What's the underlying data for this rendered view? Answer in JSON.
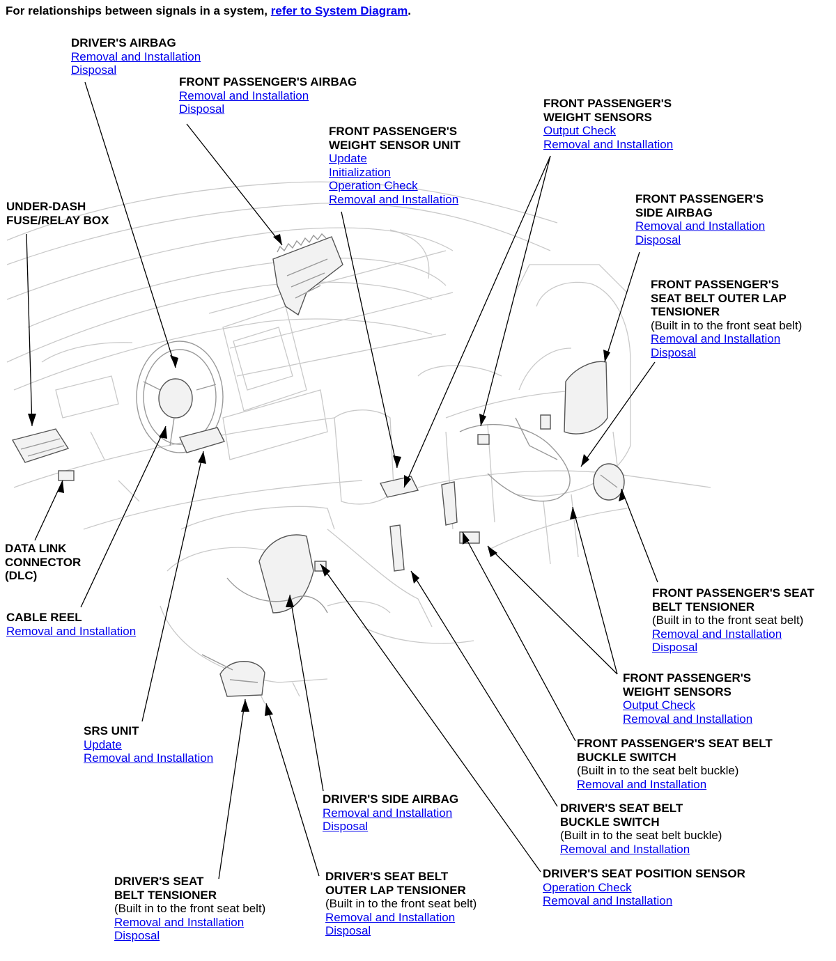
{
  "intro": {
    "text_before": "For relationships between signals in a system,",
    "link": "refer to System Diagram",
    "text_after": "."
  },
  "callouts": {
    "drivers_airbag": {
      "title": [
        "DRIVER'S AIRBAG"
      ],
      "links": [
        "Removal and Installation",
        "Disposal"
      ]
    },
    "front_passengers_airbag": {
      "title": [
        "FRONT PASSENGER'S AIRBAG"
      ],
      "links": [
        "Removal and Installation",
        "Disposal"
      ]
    },
    "weight_sensor_unit": {
      "title": [
        "FRONT PASSENGER'S",
        "WEIGHT SENSOR UNIT"
      ],
      "links": [
        "Update",
        "Initialization",
        "Operation Check",
        "Removal and Installation"
      ]
    },
    "weight_sensors_top": {
      "title": [
        "FRONT PASSENGER'S",
        "WEIGHT SENSORS"
      ],
      "links": [
        "Output Check",
        "Removal and Installation"
      ]
    },
    "under_dash": {
      "title": [
        "UNDER-DASH",
        "FUSE/RELAY BOX"
      ],
      "links": []
    },
    "passenger_side_airbag": {
      "title": [
        "FRONT PASSENGER'S",
        "SIDE AIRBAG"
      ],
      "links": [
        "Removal and Installation",
        "Disposal"
      ]
    },
    "passenger_outer_lap": {
      "title": [
        "FRONT PASSENGER'S",
        "SEAT BELT OUTER LAP",
        "TENSIONER"
      ],
      "note": "(Built in to the front seat belt)",
      "links": [
        "Removal and Installation",
        "Disposal"
      ]
    },
    "dlc": {
      "title": [
        "DATA LINK",
        "CONNECTOR",
        "(DLC)"
      ],
      "links": []
    },
    "passenger_belt_tensioner": {
      "title": [
        "FRONT PASSENGER'S SEAT",
        "BELT TENSIONER"
      ],
      "note": "(Built in to the front seat belt)",
      "links": [
        "Removal and Installation",
        "Disposal"
      ]
    },
    "cable_reel": {
      "title": [
        "CABLE REEL"
      ],
      "links": [
        "Removal and Installation"
      ]
    },
    "weight_sensors_bottom": {
      "title": [
        "FRONT PASSENGER'S",
        "WEIGHT SENSORS"
      ],
      "links": [
        "Output Check",
        "Removal and Installation"
      ]
    },
    "srs_unit": {
      "title": [
        "SRS UNIT"
      ],
      "links": [
        "Update",
        "Removal and Installation"
      ]
    },
    "passenger_buckle_switch": {
      "title": [
        "FRONT PASSENGER'S SEAT BELT",
        "BUCKLE SWITCH"
      ],
      "note": "(Built in to the seat belt buckle)",
      "links": [
        "Removal and Installation"
      ]
    },
    "drivers_side_airbag": {
      "title": [
        "DRIVER'S SIDE AIRBAG"
      ],
      "links": [
        "Removal and Installation",
        "Disposal"
      ]
    },
    "drivers_buckle_switch": {
      "title": [
        "DRIVER'S SEAT BELT",
        "BUCKLE SWITCH"
      ],
      "note": "(Built in to the seat belt buckle)",
      "links": [
        "Removal and Installation"
      ]
    },
    "drivers_seat_position": {
      "title": [
        "DRIVER'S SEAT POSITION SENSOR"
      ],
      "links": [
        "Operation Check",
        "Removal and Installation"
      ]
    },
    "drivers_belt_tensioner": {
      "title": [
        "DRIVER'S SEAT",
        "BELT TENSIONER"
      ],
      "note": "(Built in to the front seat belt)",
      "links": [
        "Removal and Installation",
        "Disposal"
      ]
    },
    "drivers_outer_lap": {
      "title": [
        "DRIVER'S SEAT BELT",
        "OUTER LAP TENSIONER"
      ],
      "note": "(Built in to the front seat belt)",
      "links": [
        "Removal and Installation",
        "Disposal"
      ]
    }
  },
  "colors": {
    "link": "#0000ee",
    "text": "#000000",
    "art_faint": "#c9c9c9"
  }
}
